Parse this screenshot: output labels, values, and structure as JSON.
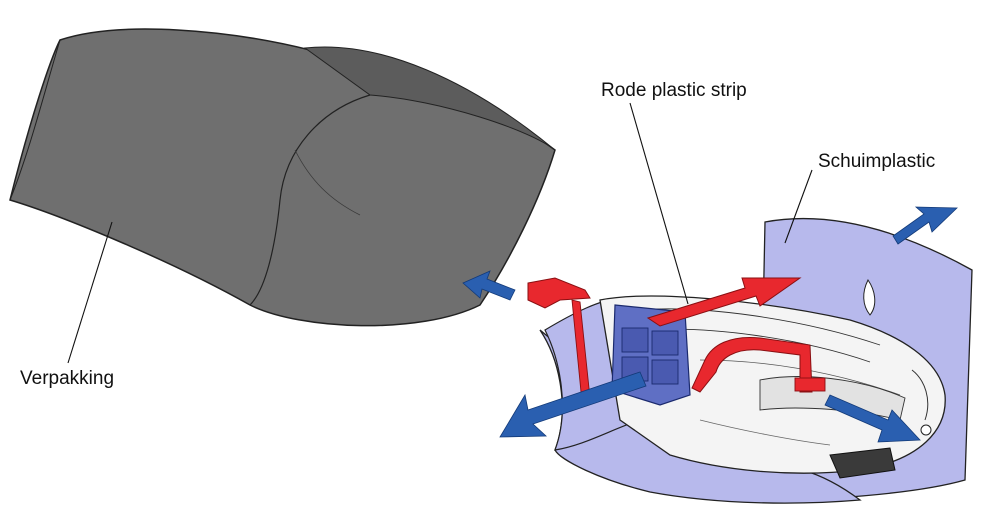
{
  "labels": {
    "red_strip": "Rode plastic strip",
    "foam": "Schuimplastic",
    "packaging": "Verpakking"
  },
  "colors": {
    "packaging": "#707070",
    "foam": "#b7b9ec",
    "red_strip": "#e8282e",
    "arrow_blue": "#2a5fb0",
    "cartridge_tab": "#5f6fc4"
  }
}
